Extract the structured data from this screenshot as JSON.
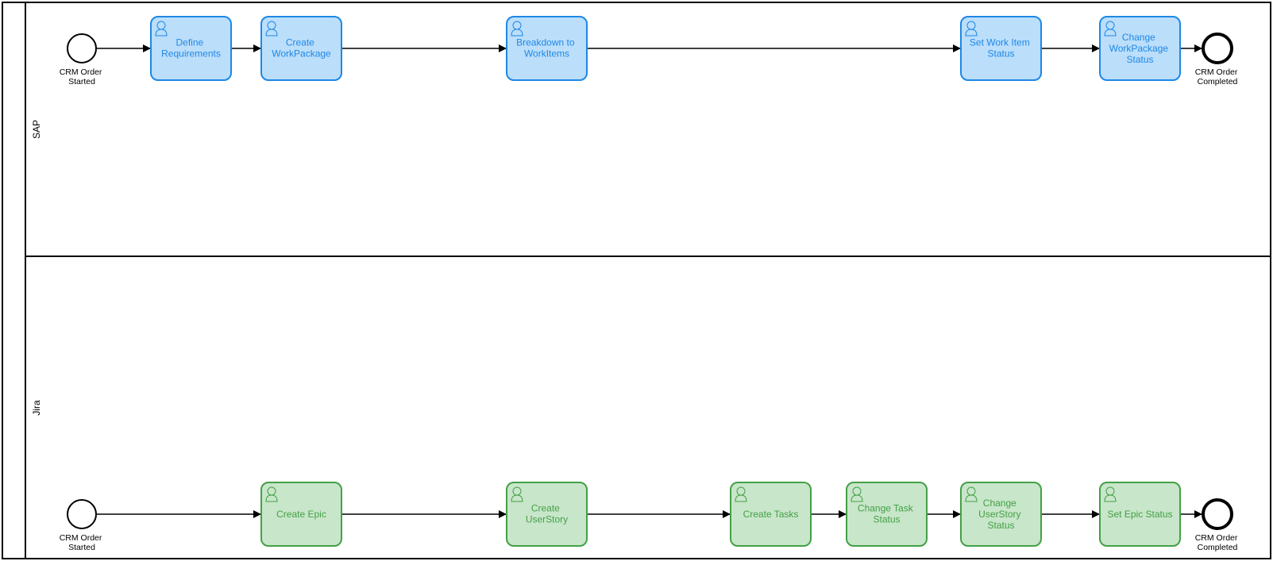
{
  "pool": {
    "name": ""
  },
  "lanes": [
    {
      "name": "SAP",
      "start": {
        "label": [
          "CRM Order",
          "Started"
        ]
      },
      "end": {
        "label": [
          "CRM Order",
          "Completed"
        ]
      },
      "tasks": [
        {
          "label": [
            "Define",
            "Requirements"
          ]
        },
        {
          "label": [
            "Create",
            "WorkPackage"
          ]
        },
        {
          "label": [
            "Breakdown to",
            "WorkItems"
          ]
        },
        {
          "label": [
            "Set Work Item",
            "Status"
          ]
        },
        {
          "label": [
            "Change",
            "WorkPackage",
            "Status"
          ]
        }
      ]
    },
    {
      "name": "Jira",
      "start": {
        "label": [
          "CRM Order",
          "Started"
        ]
      },
      "end": {
        "label": [
          "CRM Order",
          "Completed"
        ]
      },
      "tasks": [
        {
          "label": [
            "Create Epic"
          ]
        },
        {
          "label": [
            "Create",
            "UserStory"
          ]
        },
        {
          "label": [
            "Create Tasks"
          ]
        },
        {
          "label": [
            "Change Task",
            "Status"
          ]
        },
        {
          "label": [
            "Change",
            "UserStory",
            "Status"
          ]
        },
        {
          "label": [
            "Set Epic Status"
          ]
        }
      ]
    }
  ],
  "colors": {
    "sap_fill": "#bbdefb",
    "sap_stroke": "#1e88e5",
    "sap_text": "#1e88e5",
    "jira_fill": "#c8e6c9",
    "jira_stroke": "#43a047",
    "jira_text": "#43a047",
    "line": "#000000"
  }
}
